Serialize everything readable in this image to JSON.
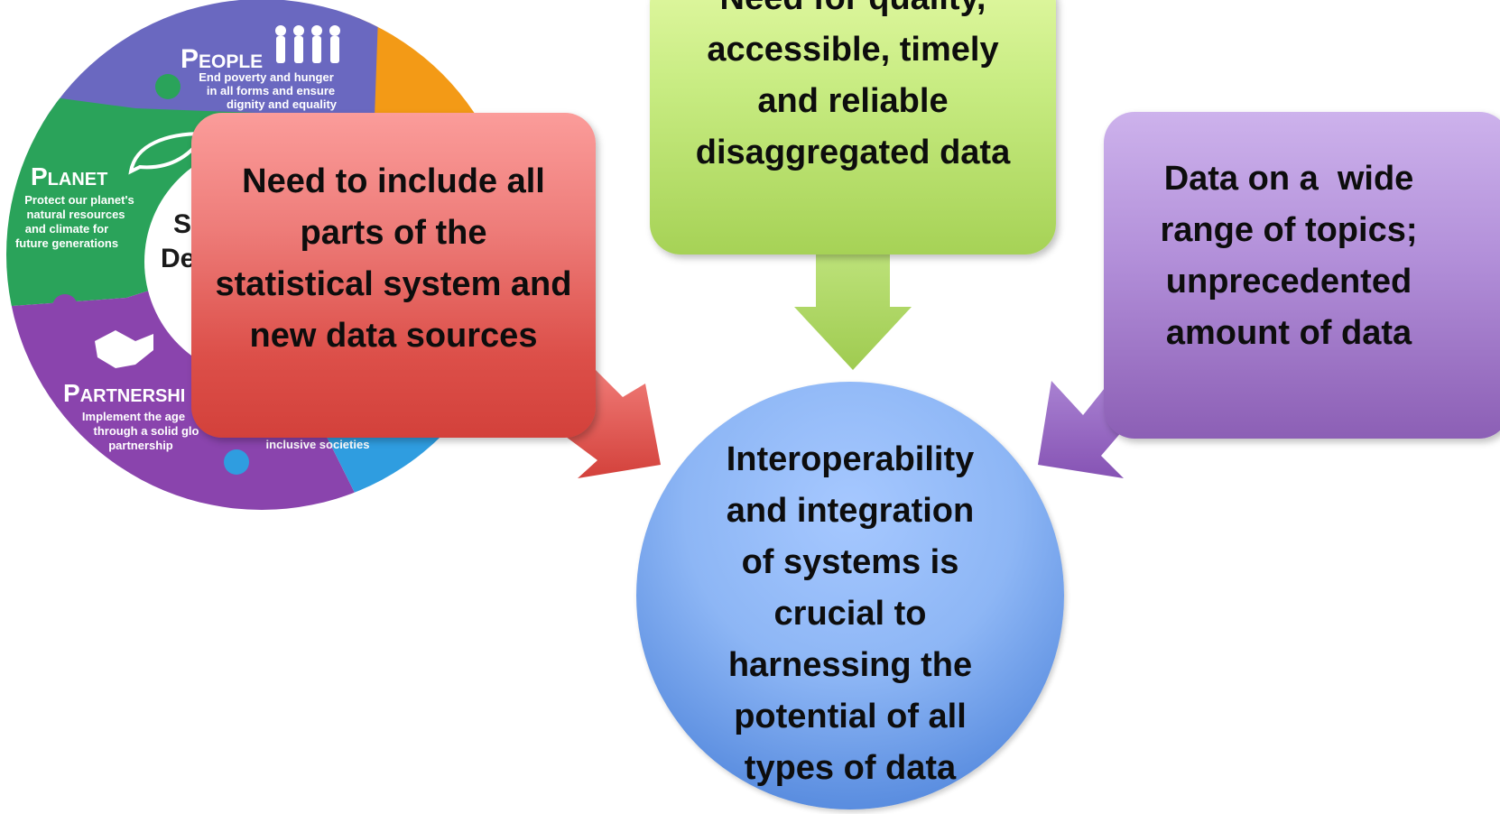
{
  "sdg_wheel": {
    "people": {
      "heading": "People",
      "lines": [
        "End poverty and hunger",
        "in all forms and ensure",
        "dignity and equality"
      ],
      "icon": "people-icon"
    },
    "planet": {
      "heading": "Planet",
      "lines": [
        "Protect our planet's",
        "natural resources",
        "and climate for",
        "future generations"
      ],
      "icon": "leaf-icon"
    },
    "partnership": {
      "heading": "Partnershi",
      "lines": [
        "Implement the age",
        "through a solid glo",
        "partnership"
      ],
      "icon": "handshake-icon"
    },
    "peace": {
      "lines": [
        "inclusive societies"
      ]
    },
    "center_fragments": [
      "S",
      "De"
    ]
  },
  "boxes": {
    "red": [
      "Need to include all",
      "parts of the",
      "statistical system and",
      "new data sources"
    ],
    "green": [
      "Need for quality,",
      "accessible, timely",
      "and reliable",
      "disaggregated data"
    ],
    "purple": [
      "Data on a  wide",
      "range of topics;",
      "unprecedented",
      "amount of data"
    ]
  },
  "center_circle": [
    "Interoperability",
    "and integration",
    "of systems is",
    "crucial to",
    "harnessing the",
    "potential of all",
    "types of data"
  ],
  "colors": {
    "people": "#6a68c0",
    "planet": "#2aa35a",
    "partnership": "#8a44ad",
    "peace": "#2f9de0",
    "prosperity": "#f39a16",
    "red_box": "#dc4f49",
    "green_box": "#a6d256",
    "purple_box": "#8c5fb5",
    "center_circle": "#7fabf0"
  }
}
